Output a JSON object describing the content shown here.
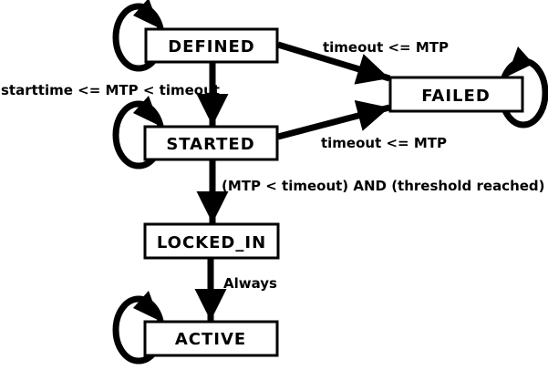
{
  "diagram": {
    "kind": "state-machine",
    "colors": {
      "background": "#ffffff",
      "stroke": "#000000",
      "state_fill": "#ffffff",
      "text": "#000000"
    },
    "states": {
      "defined": {
        "label": "DEFINED",
        "self_loop": true
      },
      "started": {
        "label": "STARTED",
        "self_loop": true
      },
      "failed": {
        "label": "FAILED",
        "self_loop": true
      },
      "locked_in": {
        "label": "LOCKED_IN",
        "self_loop": false
      },
      "active": {
        "label": "ACTIVE",
        "self_loop": true
      }
    },
    "transitions": {
      "defined_to_failed": {
        "from": "DEFINED",
        "to": "FAILED",
        "label": "timeout <= MTP"
      },
      "defined_to_started": {
        "from": "DEFINED",
        "to": "STARTED",
        "label": "starttime <= MTP < timeout"
      },
      "started_to_failed": {
        "from": "STARTED",
        "to": "FAILED",
        "label": "timeout <= MTP"
      },
      "started_to_locked_in": {
        "from": "STARTED",
        "to": "LOCKED_IN",
        "label": "(MTP < timeout) AND (threshold reached)"
      },
      "locked_in_to_active": {
        "from": "LOCKED_IN",
        "to": "ACTIVE",
        "label": "Always"
      }
    }
  }
}
